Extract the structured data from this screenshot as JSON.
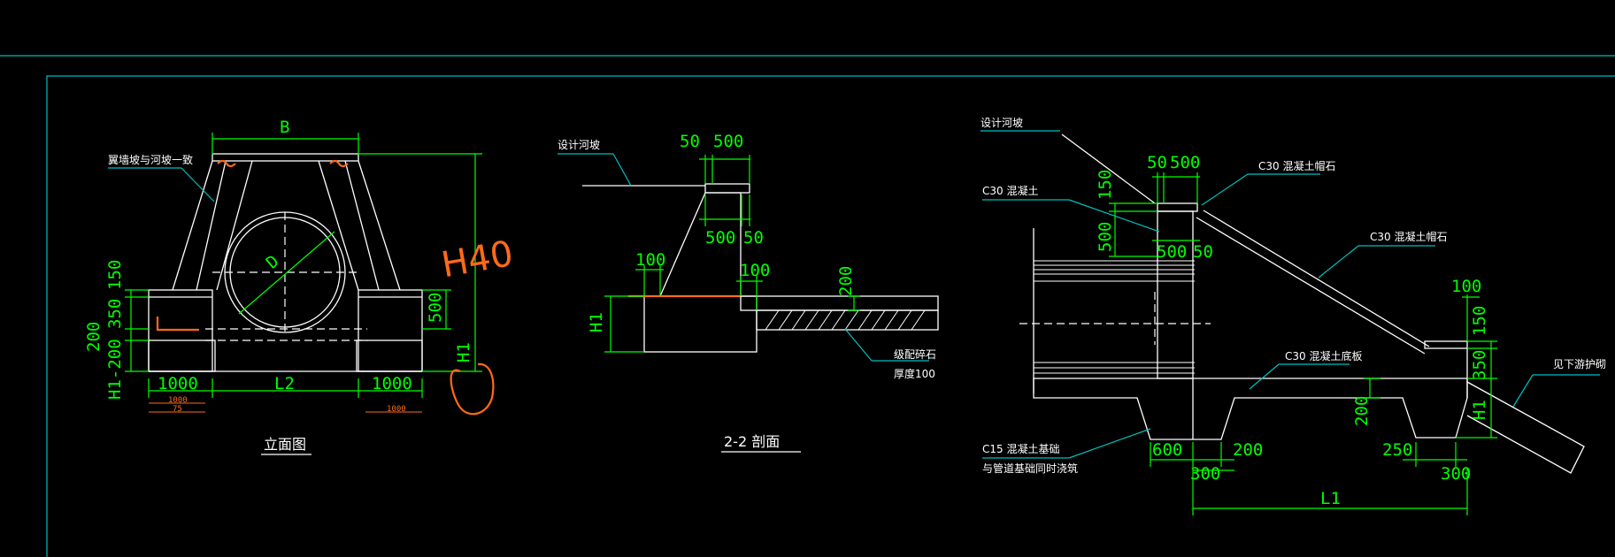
{
  "colors": {
    "background": "#000000",
    "line": "#ffffff",
    "dimension": "#00ff00",
    "leader": "#00c0c0",
    "markup": "#ff6a1a"
  },
  "elevation": {
    "title": "立面图",
    "note_top_left": "翼墙坡与河坡一致",
    "dim_B": "B",
    "dim_D": "D",
    "dim_H1": "H1",
    "dim_150": "150",
    "dim_350": "350",
    "dim_200a": "200",
    "dim_H1_200": "H1-200",
    "dim_500": "500",
    "dim_1000_left": "1000",
    "dim_L2": "L2",
    "dim_1000_right": "1000",
    "small_1000_a": "1000",
    "small_75": "75",
    "small_1000_b": "1000",
    "handwritten": "H40"
  },
  "section22": {
    "title": "2-2 剖面",
    "note_slope": "设计河坡",
    "dim_50_top": "50",
    "dim_500_top": "500",
    "dim_500_mid": "500",
    "dim_50_mid": "50",
    "dim_100_left": "100",
    "dim_100_right": "100",
    "dim_200": "200",
    "dim_H1": "H1",
    "note_gravel": "级配碎石",
    "note_thick": "厚度100"
  },
  "section_right": {
    "note_slope": "设计河坡",
    "note_c30": "C30 混凝土",
    "note_cap1": "C30 混凝土帽石",
    "note_cap2": "C30 混凝土帽石",
    "note_base": "C30 混凝土底板",
    "note_downstream": "见下游护砌",
    "note_c15a": "C15 混凝土基础",
    "note_c15b": "与管道基础同时浇筑",
    "dim_50": "50",
    "dim_500": "500",
    "dim_150": "150",
    "dim_500v": "500",
    "dim_500b": "500",
    "dim_50b": "50",
    "dim_100": "100",
    "dim_150r": "150",
    "dim_350r": "350",
    "dim_200": "200",
    "dim_H1": "H1",
    "dim_600": "600",
    "dim_200b": "200",
    "dim_300a": "300",
    "dim_250": "250",
    "dim_300b": "300",
    "dim_L1": "L1"
  }
}
